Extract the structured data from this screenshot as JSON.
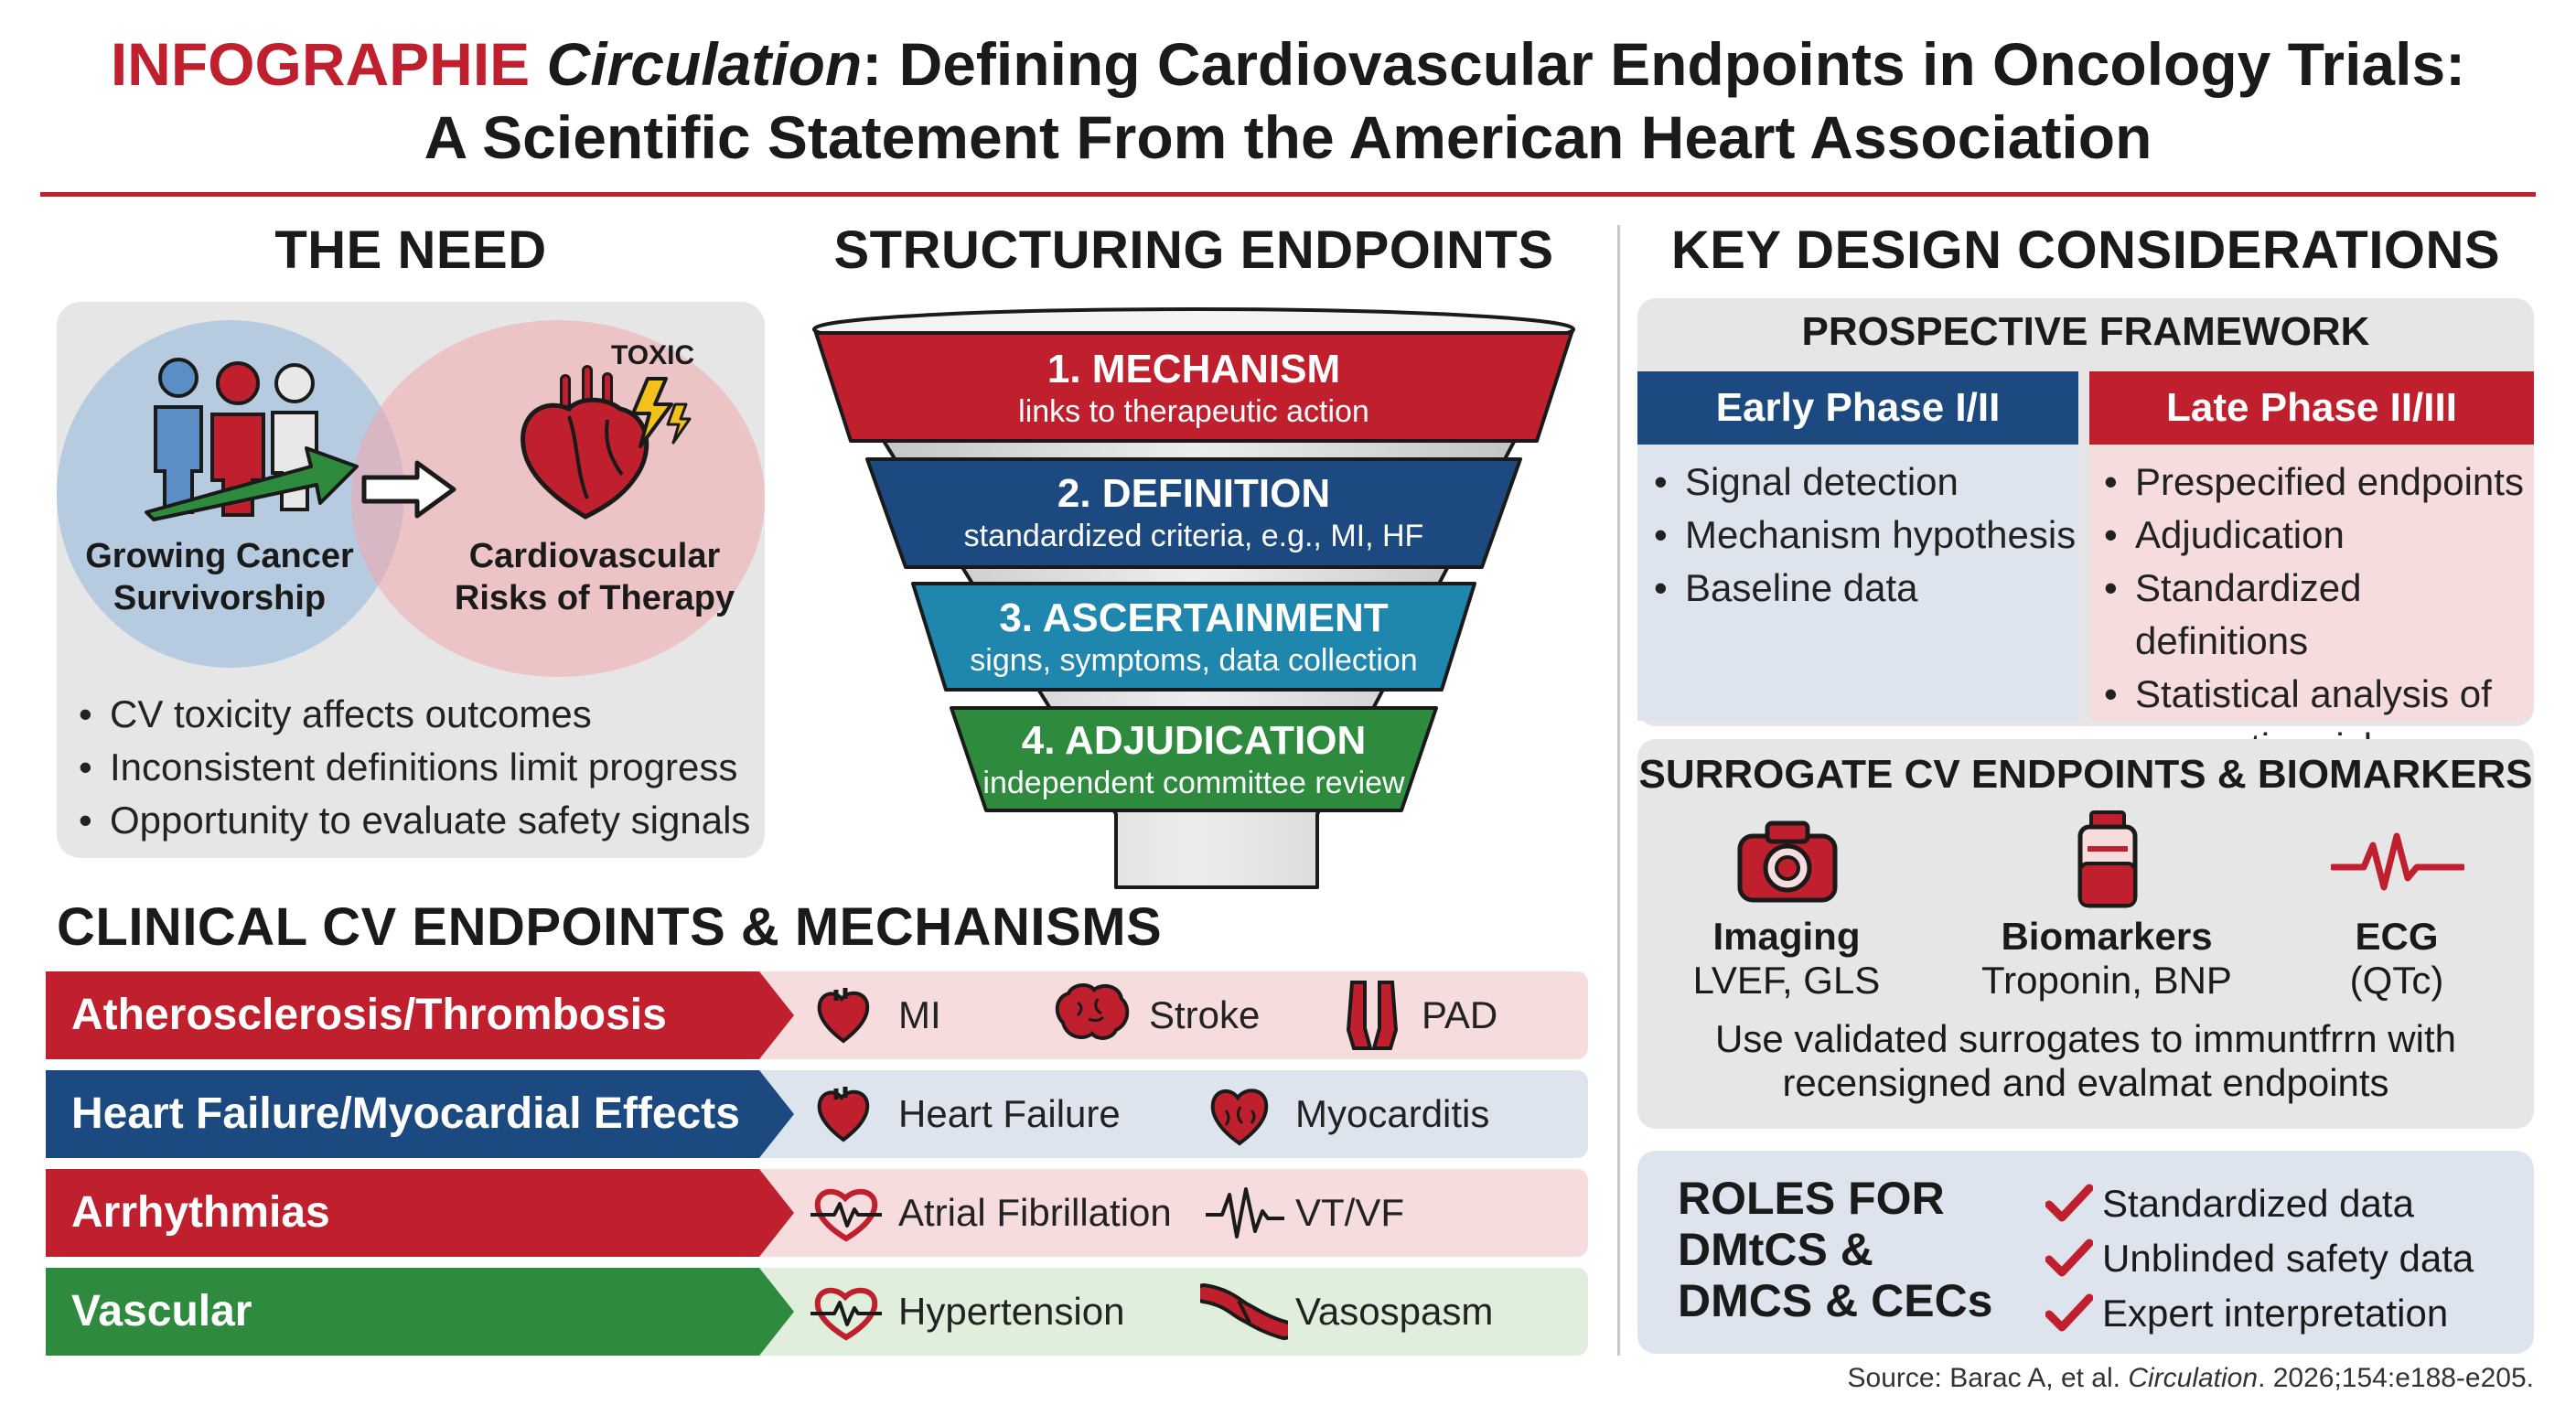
{
  "header": {
    "brand": "INFOGRAPHIE",
    "journal": "Circulation",
    "title_line1": ": Defining Cardiovascular Endpoints in Oncology Trials:",
    "title_line2": "A Scientific Statement From the American Heart Association"
  },
  "need": {
    "heading": "THE NEED",
    "toxic_label": "TOXIC",
    "left_circle_label": "Growing Cancer\nSurvivorship",
    "right_circle_label": "Cardiovascular\nRisks of Therapy",
    "bullets": [
      "CV toxicity affects outcomes",
      "Inconsistent definitions limit progress",
      "Opportunity to evaluate safety signals"
    ]
  },
  "structuring": {
    "heading": "STRUCTURING ENDPOINTS",
    "levels": [
      {
        "title": "1. MECHANISM",
        "subtitle": "links to therapeutic action",
        "color": "#c0202e"
      },
      {
        "title": "2. DEFINITION",
        "subtitle": "standardized criteria, e.g., MI, HF",
        "color": "#1c4a80"
      },
      {
        "title": "3. ASCERTAINMENT",
        "subtitle": "signs, symptoms, data collection",
        "color": "#1f86ad"
      },
      {
        "title": "4. ADJUDICATION",
        "subtitle": "independent committee review",
        "color": "#2e8b3e"
      }
    ]
  },
  "design": {
    "heading": "KEY DESIGN CONSIDERATIONS",
    "framework_title": "PROSPECTIVE FRAMEWORK",
    "early": {
      "title": "Early Phase I/II",
      "items": [
        "Signal detection",
        "Mechanism hypothesis",
        "Baseline data"
      ]
    },
    "late": {
      "title": "Late Phase II/III",
      "items": [
        "Prespecified endpoints",
        "Adjudication",
        "Standardized definitions",
        "Statistical analysis of\ncompeting risk"
      ]
    },
    "surrogate_title": "SURROGATE CV ENDPOINTS & BIOMARKERS",
    "surrogates": [
      {
        "title": "Imaging",
        "detail": "LVEF, GLS",
        "icon": "camera-icon"
      },
      {
        "title": "Biomarkers",
        "detail": "Troponin, BNP",
        "icon": "test-tube-icon"
      },
      {
        "title": "ECG",
        "detail": "(QTc)",
        "icon": "ecg-icon"
      }
    ],
    "surrogate_note": "Use validated surrogates to immuntfrrn with\nrecensigned and evalmat endpoints",
    "roles_title": "ROLES FOR\nDMtCS &\nDMCS & CECs",
    "roles": [
      "Standardized data",
      "Unblinded safety data",
      "Expert interpretation"
    ]
  },
  "clinical": {
    "heading": "CLINICAL CV ENDPOINTS & MECHANISMS",
    "rows": [
      {
        "label": "Atherosclerosis/Thrombosis",
        "color": "#c0202e",
        "bg": "#f6dcdd",
        "items": [
          {
            "text": "MI",
            "icon": "heart-icon"
          },
          {
            "text": "Stroke",
            "icon": "brain-icon"
          },
          {
            "text": "PAD",
            "icon": "legs-icon"
          }
        ]
      },
      {
        "label": "Heart Failure/Myocardial Effects",
        "color": "#1c4a80",
        "bg": "#dde4ed",
        "items": [
          {
            "text": "Heart Failure",
            "icon": "heart-icon"
          },
          {
            "text": "Myocarditis",
            "icon": "inflamed-heart-icon"
          }
        ]
      },
      {
        "label": "Arrhythmias",
        "color": "#c0202e",
        "bg": "#f6dcdd",
        "items": [
          {
            "text": "Atrial Fibrillation",
            "icon": "heart-ecg-icon"
          },
          {
            "text": "VT/VF",
            "icon": "ecg-wave-icon"
          }
        ]
      },
      {
        "label": "Vascular",
        "color": "#2e8b3e",
        "bg": "#e0eedc",
        "items": [
          {
            "text": "Hypertension",
            "icon": "heart-ecg-icon"
          },
          {
            "text": "Vasospasm",
            "icon": "vessel-icon"
          }
        ]
      }
    ]
  },
  "source": {
    "prefix": "Source: Barac A, et al. ",
    "journal": "Circulation",
    "suffix": ". 2026;154:e188-e205."
  },
  "colors": {
    "red": "#c0202e",
    "navy": "#1c4a80",
    "teal": "#1f86ad",
    "green": "#2e8b3e"
  }
}
